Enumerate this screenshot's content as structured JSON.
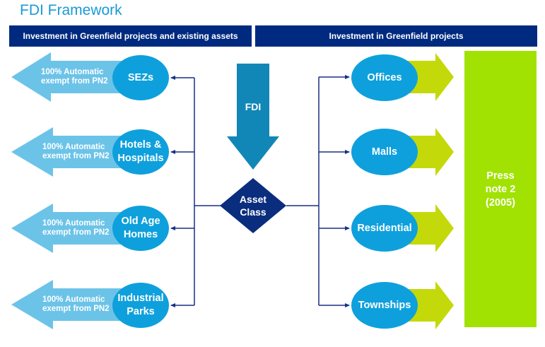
{
  "title": "FDI Framework",
  "headers": {
    "left": "Investment in Greenfield projects and existing assets",
    "right": "Investment in Greenfield projects"
  },
  "center": {
    "fdi_arrow": "FDI",
    "asset_class": "Asset Class"
  },
  "left_branch": {
    "arrow_text": "100% Automatic exempt from PN2",
    "nodes": [
      {
        "label": "SEZs",
        "arrow_text": "100% Automatic exempt from PN2"
      },
      {
        "label": "Hotels & Hospitals",
        "arrow_text": "100% Automatic exempt from PN2"
      },
      {
        "label": "Old Age Homes",
        "arrow_text": "100% Automatic exempt from PN2"
      },
      {
        "label": "Industrial Parks",
        "arrow_text": "100% Automatic exempt from PN2"
      }
    ]
  },
  "right_branch": {
    "nodes": [
      {
        "label": "Offices"
      },
      {
        "label": "Malls"
      },
      {
        "label": "Residential"
      },
      {
        "label": "Townships"
      }
    ],
    "press_note": "Press note 2 (2005)"
  },
  "colors": {
    "title": "#1a9ad6",
    "header_bg": "#002a7f",
    "light_arrow": "#6cc3e8",
    "node_blue": "#0ea0dc",
    "fdi_arrow": "#1187b8",
    "diamond": "#0b2d7e",
    "connector": "#1a2f86",
    "green_arrow": "#c4d90a",
    "press_note_bg": "#a1e203"
  }
}
